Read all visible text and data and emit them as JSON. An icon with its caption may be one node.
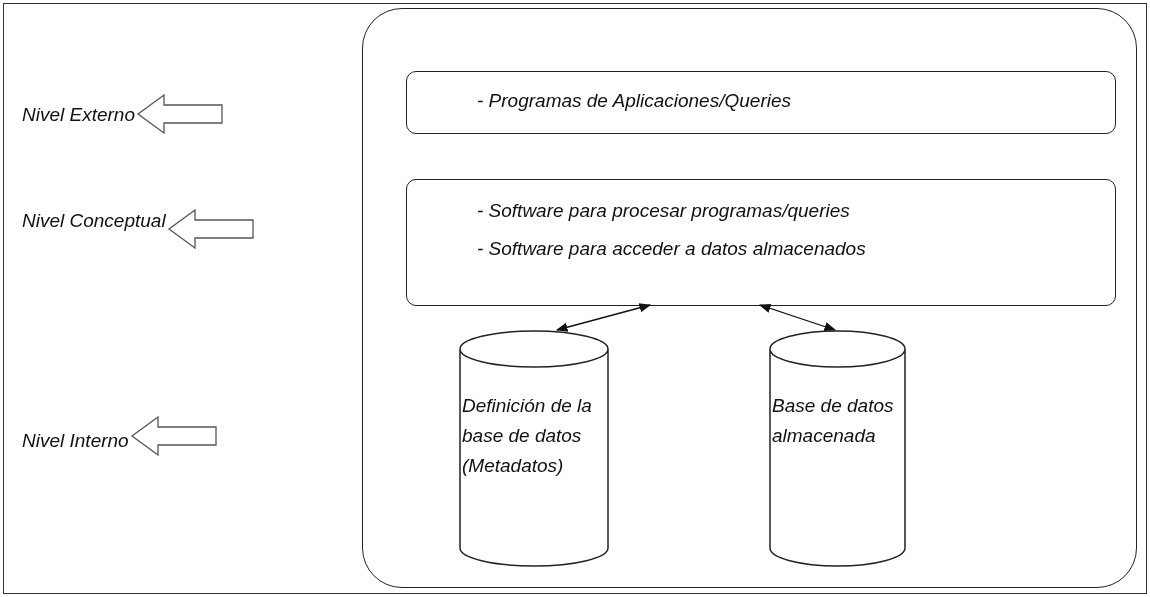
{
  "diagram": {
    "nodes": [
      {
        "text": [],
        "shape": "box"
      },
      {
        "text": [
          "- Programas de Aplicaciones/Queries"
        ],
        "in": 0
      },
      {
        "text": [
          "- Software para procesar programas/queries",
          "- Software para acceder a datos almacenados"
        ],
        "in": 0
      },
      {
        "text": [
          "Definición de la base de datos (Metadatos)"
        ],
        "in": 0
      },
      {
        "text": [
          "Base de datos almacenada"
        ],
        "in": 0
      },
      {
        "text": [
          "Nivel Externo"
        ]
      },
      {
        "text": [
          "Nivel Conceptual"
        ]
      },
      {
        "text": [
          "Nivel Interno"
        ]
      }
    ],
    "edges": [
      {
        "from": 2,
        "to": 3,
        "arrow": "both"
      },
      {
        "from": 2,
        "to": 4,
        "arrow": "both"
      },
      {
        "from": null,
        "to": 5,
        "arrow": "to"
      },
      {
        "from": null,
        "to": 6,
        "arrow": "to"
      },
      {
        "from": null,
        "to": 7,
        "arrow": "to"
      }
    ]
  }
}
